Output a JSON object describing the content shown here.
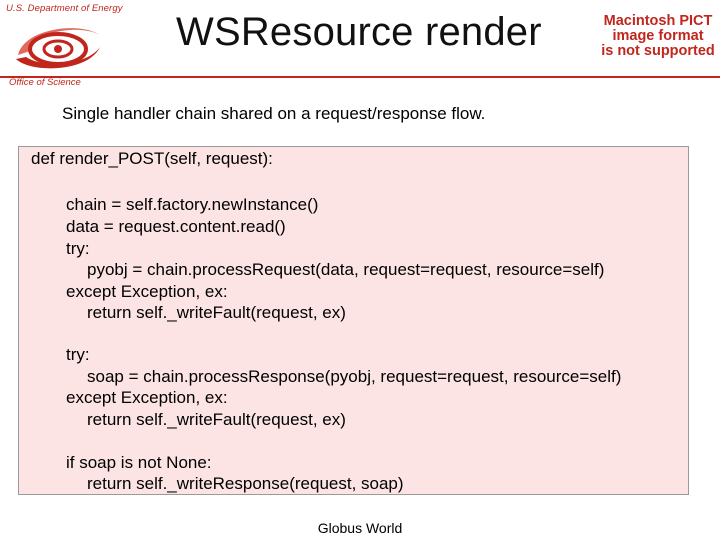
{
  "org": {
    "top_text": "U.S. Department of Energy",
    "bottom_text": "Office of Science",
    "accent_color": "#c0261c",
    "logo_icon": "doe-swirl-logo"
  },
  "title": "WSResource render",
  "pict_placeholder": {
    "lines": [
      "Macintosh PICT",
      "image format",
      "is not supported"
    ]
  },
  "subtitle": "Single handler chain shared on a request/response flow.",
  "code": {
    "background": "#fde4e4",
    "lines": [
      "def render_POST(self, request):",
      "chain = self.factory.newInstance()",
      "data = request.content.read()",
      "try:",
      "pyobj = chain.processRequest(data, request=request, resource=self)",
      "except Exception, ex:",
      "return self._writeFault(request, ex)",
      "try:",
      "soap = chain.processResponse(pyobj, request=request, resource=self)",
      "except Exception, ex:",
      "return self._writeFault(request, ex)",
      "if soap is not None:",
      "return self._writeResponse(request, soap)"
    ]
  },
  "footer": "Globus World"
}
